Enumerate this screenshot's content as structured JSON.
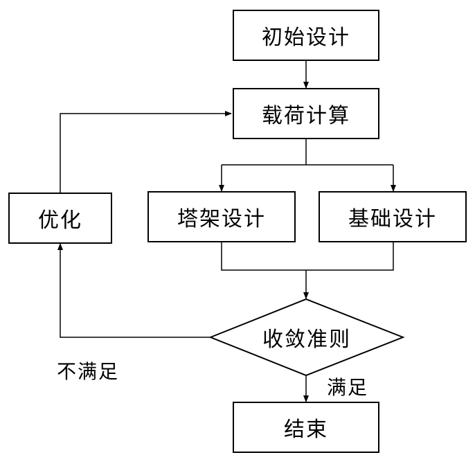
{
  "nodes": {
    "start": "初始设计",
    "load": "载荷计算",
    "optimize": "优化",
    "tower": "塔架设计",
    "foundation": "基础设计",
    "criterion": "收敛准则",
    "end": "结束"
  },
  "edge_labels": {
    "not_satisfied": "不满足",
    "satisfied": "满足"
  },
  "colors": {
    "line": "#000000",
    "background": "#ffffff"
  }
}
